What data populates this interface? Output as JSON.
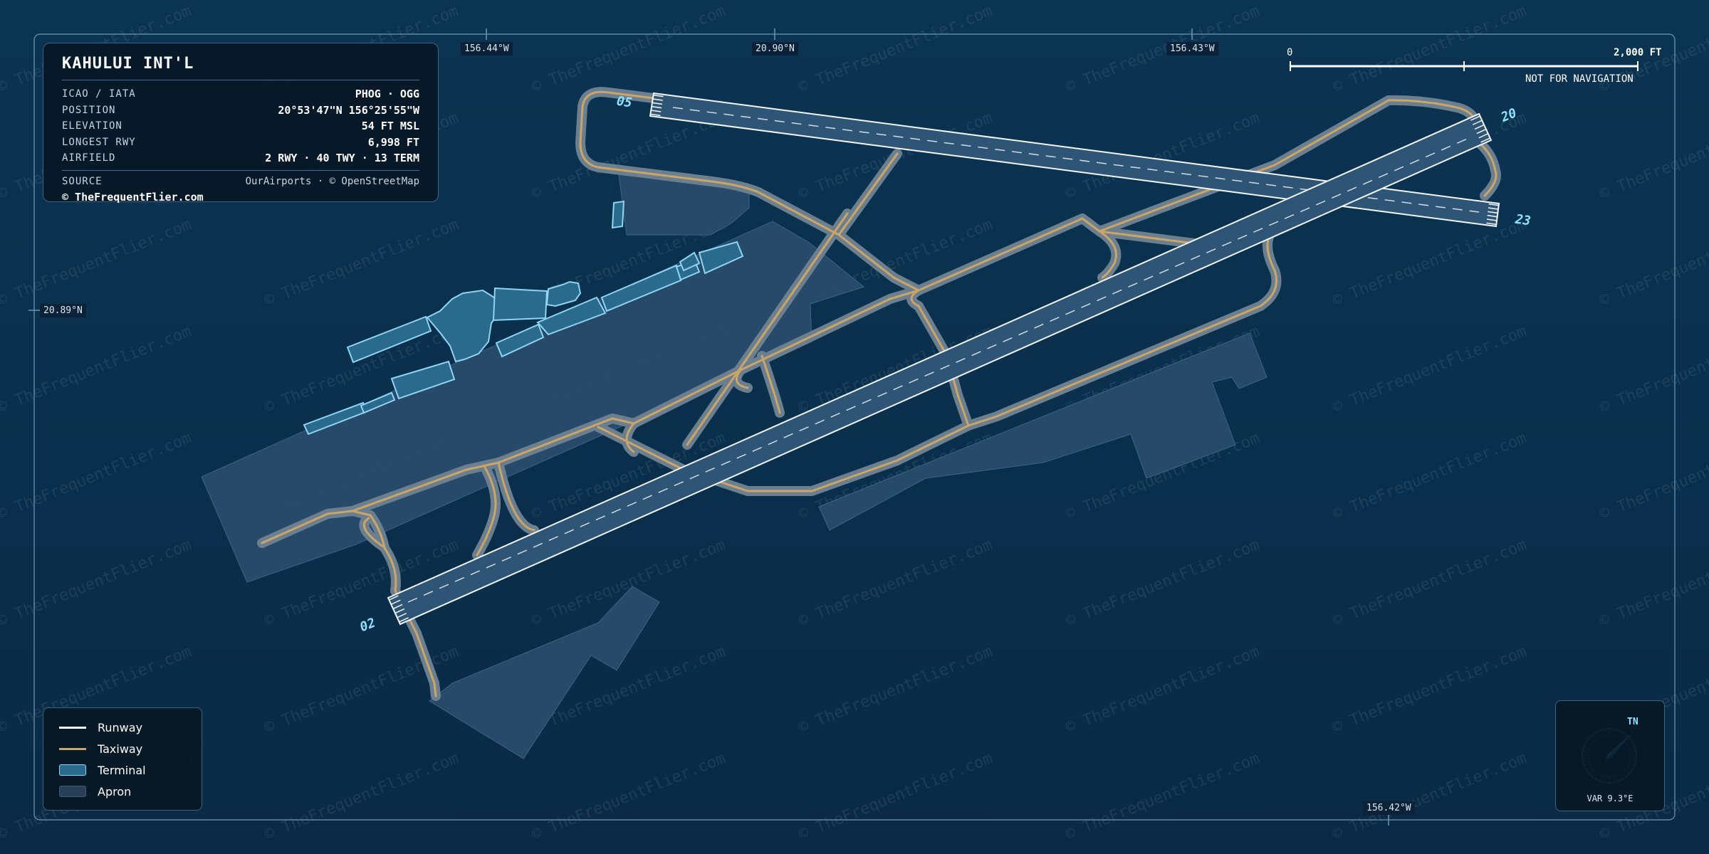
{
  "airport": {
    "name": "KAHULUI INT'L",
    "fields": [
      {
        "key": "ICAO / IATA",
        "value": "PHOG · OGG"
      },
      {
        "key": "POSITION",
        "value": "20°53'47\"N 156°25'55\"W"
      },
      {
        "key": "ELEVATION",
        "value": "54 FT MSL"
      },
      {
        "key": "LONGEST RWY",
        "value": "6,998 FT"
      },
      {
        "key": "AIRFIELD",
        "value": "2 RWY · 40 TWY · 13 TERM"
      }
    ],
    "source_key": "SOURCE",
    "source_value": "OurAirports · © OpenStreetMap",
    "copyright": "© TheFrequentFlier.com"
  },
  "coords": {
    "top_left_lon": "156.44°W",
    "top_lat": "20.90°N",
    "top_right_lon": "156.43°W",
    "left_lat": "20.89°N",
    "bottom_lon": "156.42°W"
  },
  "scale": {
    "start": "0",
    "end": "2,000 FT",
    "note": "NOT FOR NAVIGATION"
  },
  "runway_ends": [
    "05",
    "23",
    "02",
    "20"
  ],
  "legend": [
    {
      "label": "Runway",
      "type": "line",
      "color": "#f2f6fa"
    },
    {
      "label": "Taxiway",
      "type": "line",
      "color": "#c9a56a"
    },
    {
      "label": "Terminal",
      "type": "box",
      "color": "#8fd4f0"
    },
    {
      "label": "Apron",
      "type": "box",
      "color": "#3d5a78"
    }
  ],
  "compass": {
    "tn_label": "TN",
    "variation": "VAR 9.3°E"
  },
  "watermark": "© TheFrequentFlier.com",
  "colors": {
    "background": "#0b3452",
    "runway": "#2e5576",
    "taxiway": "#c9a56a",
    "terminal": "#8fd4f0",
    "apron": "#2a4a68",
    "runway_label": "#8fe3ff"
  }
}
